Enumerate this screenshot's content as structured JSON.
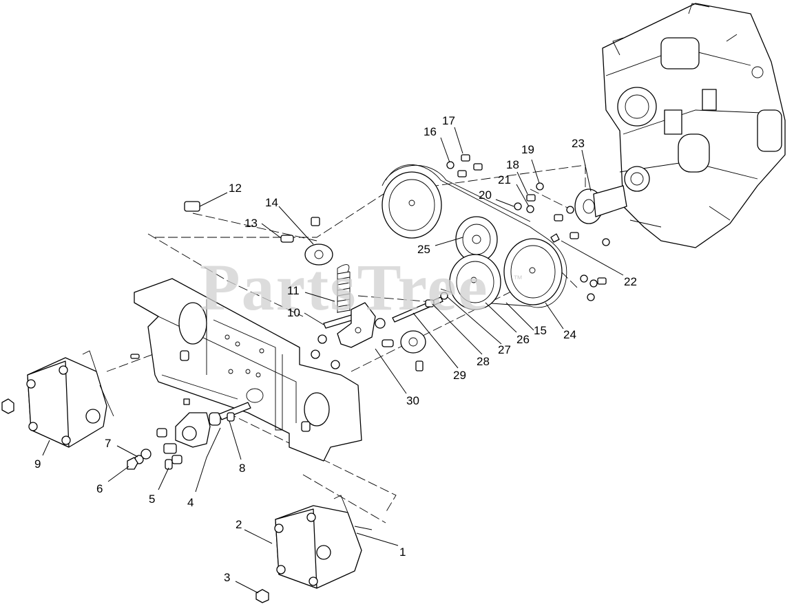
{
  "watermark": {
    "text": "PartsTree",
    "mark": "™"
  },
  "callouts": {
    "c1": "1",
    "c2": "2",
    "c3": "3",
    "c4": "4",
    "c5": "5",
    "c6": "6",
    "c7": "7",
    "c8": "8",
    "c9": "9",
    "c10": "10",
    "c11": "11",
    "c12": "12",
    "c13": "13",
    "c14": "14",
    "c15": "15",
    "c16": "16",
    "c17": "17",
    "c18": "18",
    "c19": "19",
    "c20": "20",
    "c21": "21",
    "c22": "22",
    "c23": "23",
    "c24": "24",
    "c25": "25",
    "c26": "26",
    "c27": "27",
    "c28": "28",
    "c29": "29",
    "c30": "30"
  }
}
